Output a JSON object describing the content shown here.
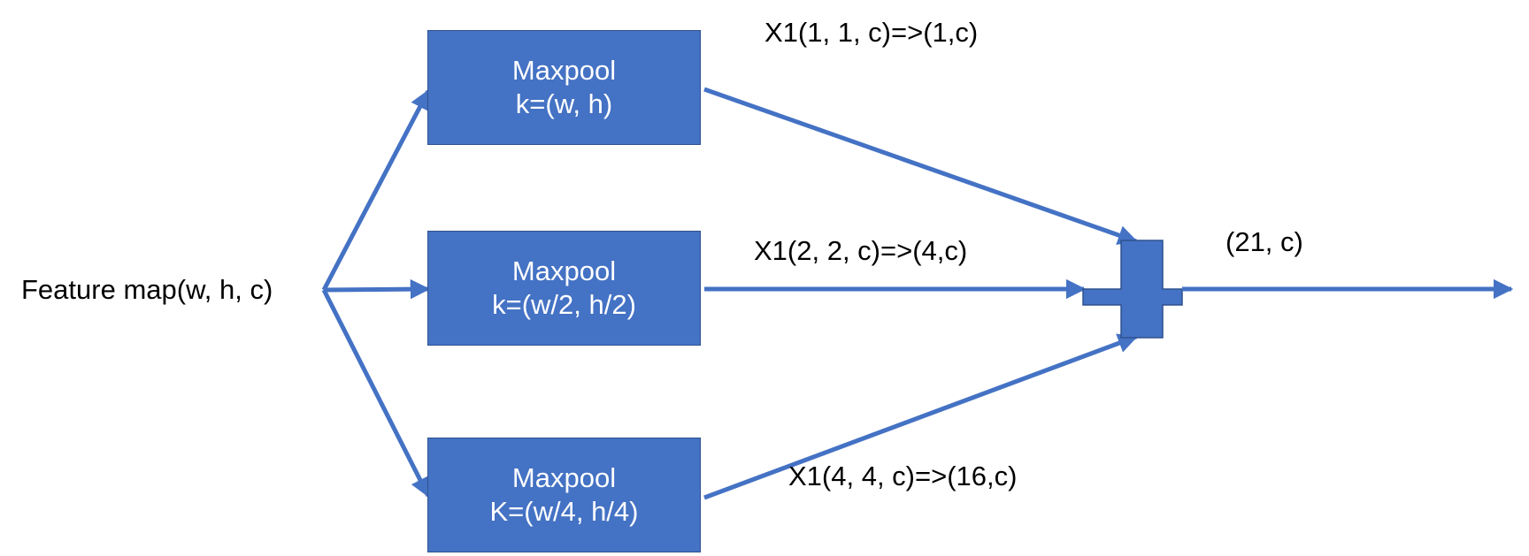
{
  "input": {
    "label": "Feature map(w, h, c)"
  },
  "branches": [
    {
      "op": "Maxpool",
      "kernel": "k=(w, h)",
      "output": "X1(1, 1, c)=>(1,c)"
    },
    {
      "op": "Maxpool",
      "kernel": "k=(w/2, h/2)",
      "output": "X1(2, 2, c)=>(4,c)"
    },
    {
      "op": "Maxpool",
      "kernel": "K=(w/4, h/4)",
      "output": "X1(4, 4, c)=>(16,c)"
    }
  ],
  "combine": {
    "symbol": "plus-icon"
  },
  "result": {
    "label": "(21, c)"
  },
  "colors": {
    "box_fill": "#4472c4",
    "box_border": "#2f528f",
    "arrow": "#4472c4",
    "text": "#000000",
    "box_text": "#ffffff"
  }
}
